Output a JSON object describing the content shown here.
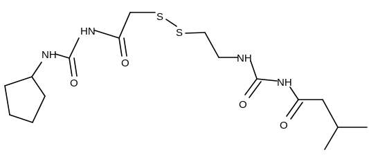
{
  "molecule": {
    "atoms": {
      "nh_left": "NH",
      "nh_mid": "HN",
      "o_left": "O",
      "o_mid": "O",
      "s1": "S",
      "s2": "S",
      "nh_right1": "NH",
      "nh_right2": "NH",
      "o_right1": "O",
      "o_right2": "O"
    }
  }
}
